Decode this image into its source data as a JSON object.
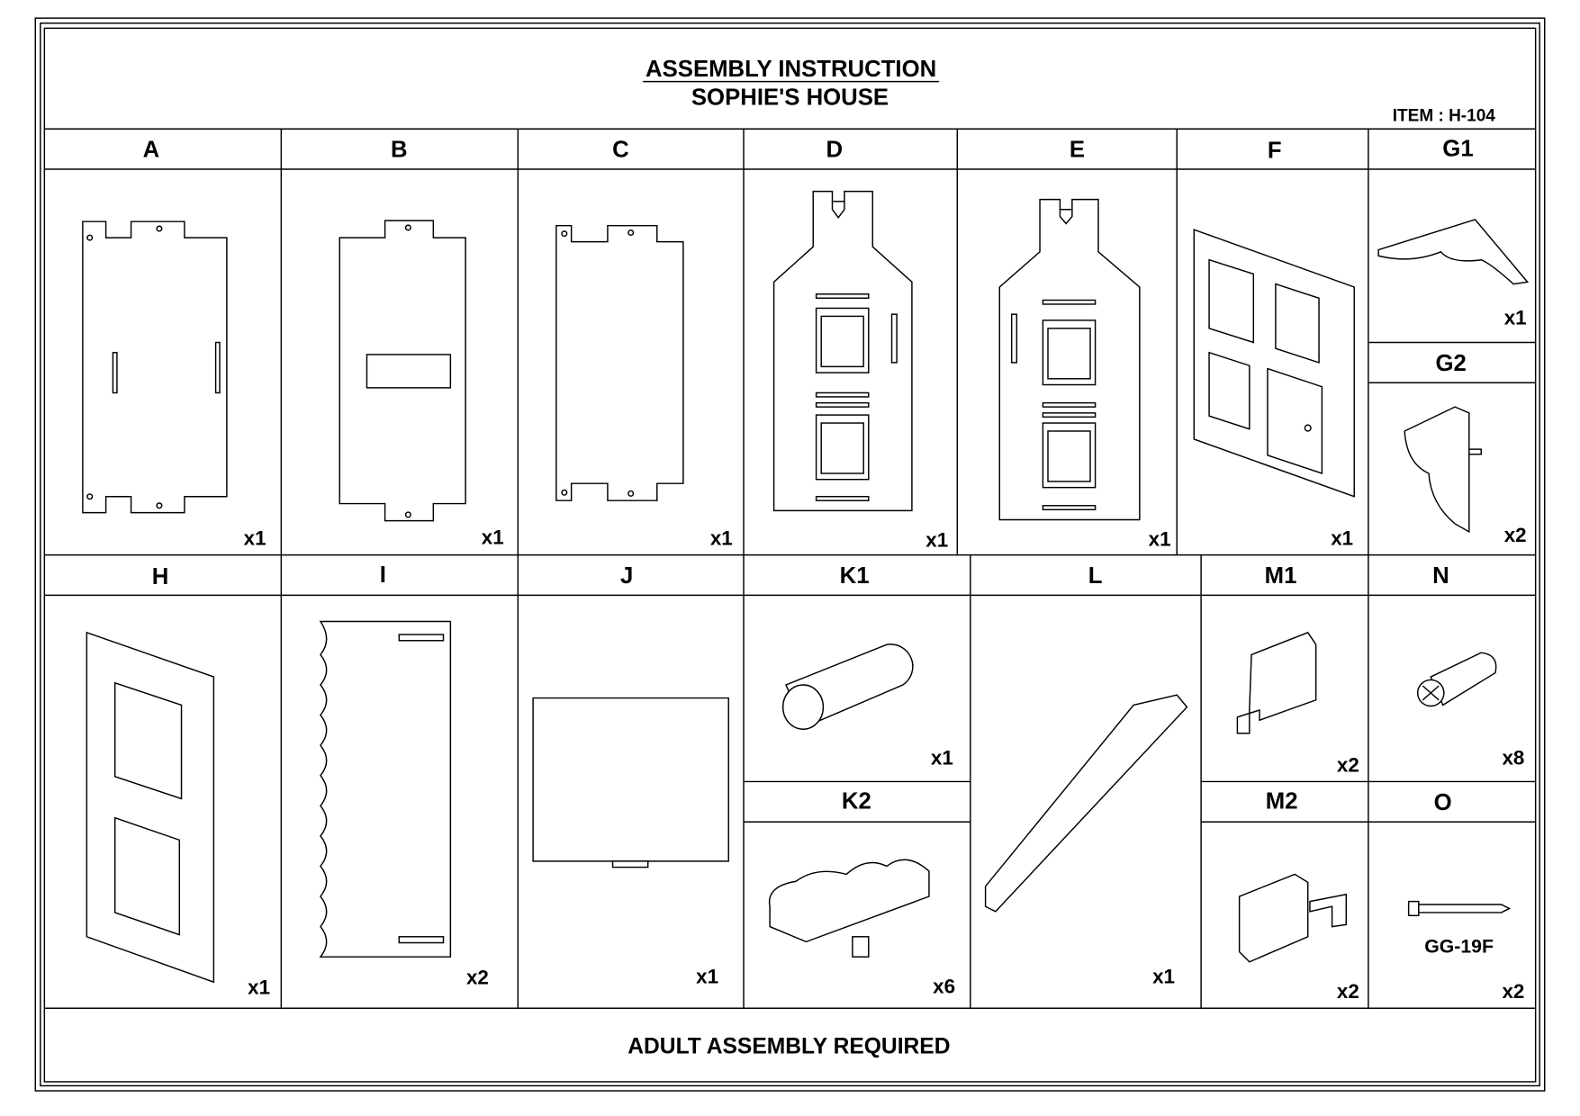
{
  "header": {
    "title": "ASSEMBLY INSTRUCTION",
    "subtitle": "SOPHIE'S HOUSE",
    "item": "ITEM : H-104"
  },
  "parts": {
    "A": {
      "label": "A",
      "qty": "x1"
    },
    "B": {
      "label": "B",
      "qty": "x1"
    },
    "C": {
      "label": "C",
      "qty": "x1"
    },
    "D": {
      "label": "D",
      "qty": "x1"
    },
    "E": {
      "label": "E",
      "qty": "x1"
    },
    "F": {
      "label": "F",
      "qty": "x1"
    },
    "G1": {
      "label": "G1",
      "qty": "x1"
    },
    "G2": {
      "label": "G2",
      "qty": "x2"
    },
    "H": {
      "label": "H",
      "qty": "x1"
    },
    "I": {
      "label": "I",
      "qty": "x2"
    },
    "J": {
      "label": "J",
      "qty": "x1"
    },
    "K1": {
      "label": "K1",
      "qty": "x1"
    },
    "K2": {
      "label": "K2",
      "qty": "x6"
    },
    "L": {
      "label": "L",
      "qty": "x1"
    },
    "M1": {
      "label": "M1",
      "qty": "x2"
    },
    "M2": {
      "label": "M2",
      "qty": "x2"
    },
    "N": {
      "label": "N",
      "qty": "x8"
    },
    "O": {
      "label": "O",
      "qty": "x2",
      "code": "GG-19F"
    }
  },
  "footer": "ADULT ASSEMBLY REQUIRED"
}
